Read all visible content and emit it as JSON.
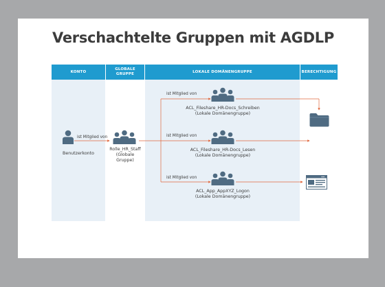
{
  "title": "Verschachtelte Gruppen mit AGDLP",
  "columns": {
    "konto": "KONTO",
    "globale_line1": "GLOBALE",
    "globale_line2": "GRUPPE",
    "lokale": "LOKALE DOMÄNENGRUPPE",
    "berechtigung": "BERECHTIGUNG"
  },
  "account": {
    "label": "Benutzerkonto"
  },
  "global_group": {
    "line1": "Rolle_HR_Staff",
    "line2": "(Globale",
    "line3": "Gruppe)"
  },
  "edge_label": "ist Mitglied von",
  "local_groups": [
    {
      "name": "ACL_Fileshare_HR-Docs_Schreiben",
      "sub": "(Lokale Domänengruppe)"
    },
    {
      "name": "ACL_Fileshare_HR-Docs_Lesen",
      "sub": "(Lokale Domänengruppe)"
    },
    {
      "name": "ACL_App_AppXYZ_Logon",
      "sub": "(Lokale Domänengruppe)"
    }
  ],
  "colors": {
    "header": "#1f9bcf",
    "band": "#e8f0f7",
    "icon": "#4f6b82",
    "arrow": "#e0673d"
  },
  "icons": [
    "user-icon",
    "user-group-icon",
    "folder-icon",
    "application-window-icon"
  ]
}
